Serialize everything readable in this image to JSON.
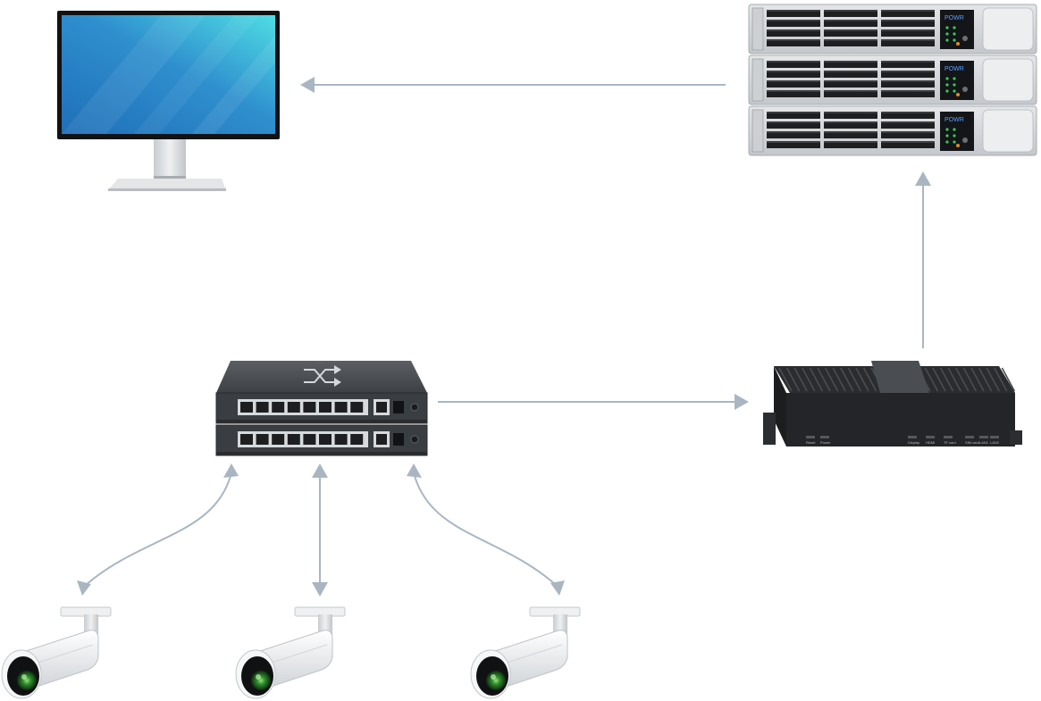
{
  "diagram": {
    "nodes": [
      {
        "id": "monitor",
        "kind": "monitor",
        "icon": "monitor-icon"
      },
      {
        "id": "server-rack",
        "kind": "rack-server",
        "icon": "server-rack-icon",
        "units": 3,
        "panel_label": "POWR"
      },
      {
        "id": "edge-computer",
        "kind": "fanless-mini-pc",
        "icon": "mini-pc-icon",
        "port_labels": [
          "Reset",
          "Power",
          "Display",
          "HDMI",
          "TF card",
          "SIM card",
          "LAN1",
          "LAN2"
        ]
      },
      {
        "id": "network-switch",
        "kind": "network-switch",
        "icon": "network-switch-icon",
        "units": 2,
        "ports_per_unit": 8
      },
      {
        "id": "camera-1",
        "kind": "bullet-camera",
        "icon": "camera-icon"
      },
      {
        "id": "camera-2",
        "kind": "bullet-camera",
        "icon": "camera-icon"
      },
      {
        "id": "camera-3",
        "kind": "bullet-camera",
        "icon": "camera-icon"
      }
    ],
    "edges": [
      {
        "from": "server-rack",
        "to": "monitor",
        "direction": "one-way"
      },
      {
        "from": "edge-computer",
        "to": "server-rack",
        "direction": "one-way"
      },
      {
        "from": "network-switch",
        "to": "edge-computer",
        "direction": "one-way"
      },
      {
        "from": "network-switch",
        "to": "camera-1",
        "direction": "two-way"
      },
      {
        "from": "network-switch",
        "to": "camera-2",
        "direction": "two-way"
      },
      {
        "from": "network-switch",
        "to": "camera-3",
        "direction": "two-way"
      }
    ],
    "colors": {
      "edge": "#a9b6c2",
      "screen_a": "#1f6fb8",
      "screen_b": "#49d6e0",
      "device_dark": "#3b3e42",
      "rack_face": "#d9dbde",
      "camera_lens": "#2a8a2a"
    }
  }
}
